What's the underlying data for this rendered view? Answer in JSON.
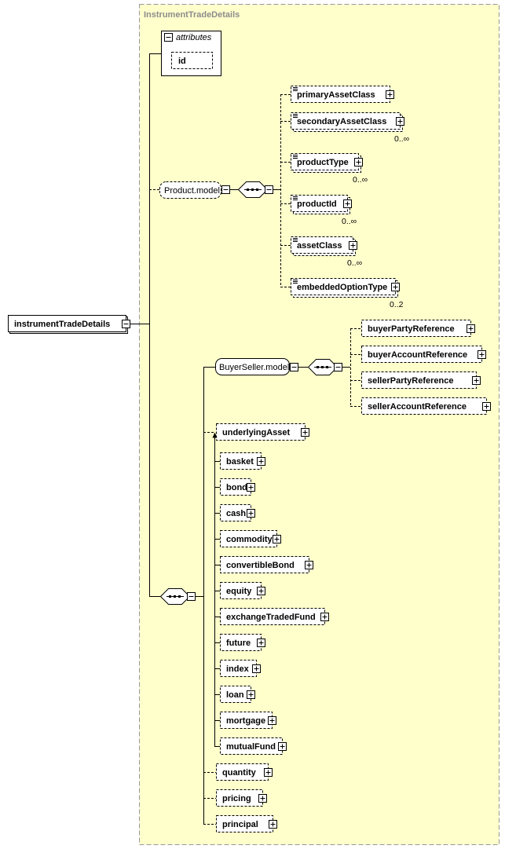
{
  "type_name": "InstrumentTradeDetails",
  "root": "instrumentTradeDetails",
  "attributes_label": "attributes",
  "attribute_id": "id",
  "product_group": "Product.model",
  "product_elements": [
    {
      "name": "primaryAssetClass",
      "occurs": ""
    },
    {
      "name": "secondaryAssetClass",
      "occurs": "0..∞"
    },
    {
      "name": "productType",
      "occurs": "0..∞"
    },
    {
      "name": "productId",
      "occurs": "0..∞"
    },
    {
      "name": "assetClass",
      "occurs": "0..∞"
    },
    {
      "name": "embeddedOptionType",
      "occurs": "0..2"
    }
  ],
  "buyer_seller_group": "BuyerSeller.model",
  "buyer_seller_elements": [
    {
      "name": "buyerPartyReference"
    },
    {
      "name": "buyerAccountReference"
    },
    {
      "name": "sellerPartyReference"
    },
    {
      "name": "sellerAccountReference"
    }
  ],
  "underlying_asset": "underlyingAsset",
  "substitutes": [
    "basket",
    "bond",
    "cash",
    "commodity",
    "convertibleBond",
    "equity",
    "exchangeTradedFund",
    "future",
    "index",
    "loan",
    "mortgage",
    "mutualFund"
  ],
  "trailing_elements": [
    "quantity",
    "pricing",
    "principal"
  ]
}
